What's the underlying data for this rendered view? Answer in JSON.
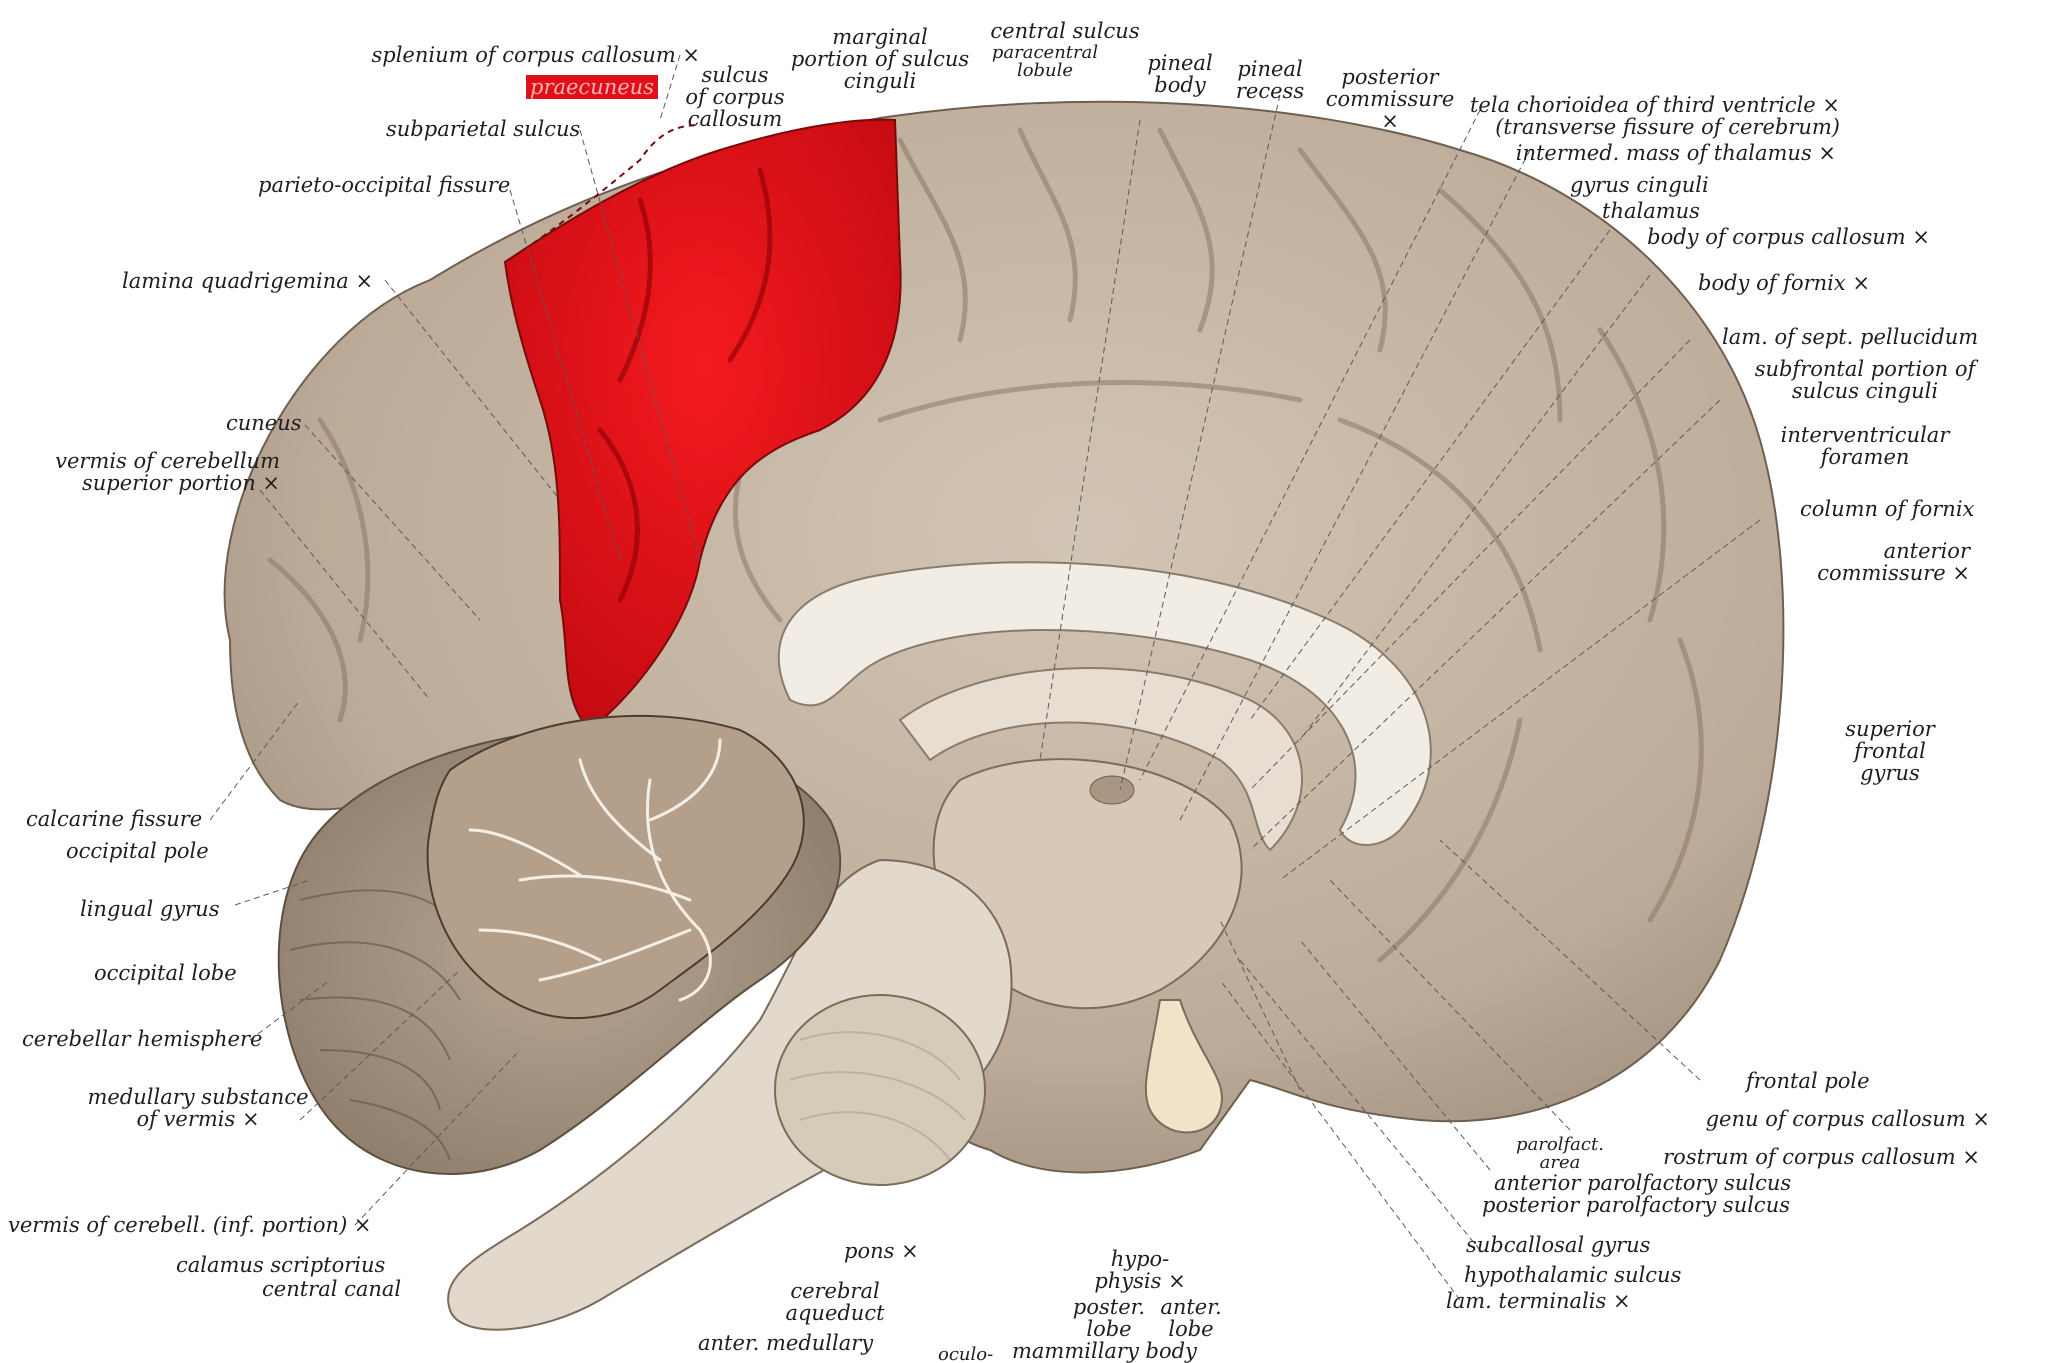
{
  "figure": {
    "highlight_color": "#e60f14",
    "brain_color": "#c6b6a4",
    "labels": {
      "splenium": "splenium of corpus callosum ×",
      "praecuneus": "praecuneus",
      "subparietal": "subparietal sulcus",
      "parieto_occipital": "parieto-occipital fissure",
      "lamina_quadrigemina": "lamina quadrigemina ×",
      "cuneus": "cuneus",
      "vermis_superior": "vermis of cerebellum\nsuperior portion ×",
      "calcarine": "calcarine fissure",
      "occipital_pole": "occipital pole",
      "lingual": "lingual gyrus",
      "occipital_lobe": "occipital lobe",
      "cerebellar_hemisphere": "cerebellar hemisphere",
      "medullary_substance": "medullary substance\nof vermis ×",
      "vermis_inferior": "vermis of cerebell. (inf. portion) ×",
      "calamus": "calamus scriptorius",
      "central_canal": "central canal",
      "sulcus_corpus_callosum": "sulcus\nof corpus\ncallosum",
      "marginal": "marginal\nportion of sulcus\ncinguli",
      "central_sulcus": "central sulcus",
      "paracentral": "paracentral\nlobule",
      "pineal_body": "pineal\nbody",
      "pineal_recess": "pineal\nrecess",
      "posterior_commissure": "posterior\ncommissure\n×",
      "tela": "tela chorioidea of third ventricle ×\n(transverse fissure of cerebrum)",
      "intermed_mass": "intermed. mass of thalamus ×",
      "gyrus_cinguli": "gyrus cinguli",
      "thalamus": "thalamus",
      "body_corpus": "body of corpus callosum ×",
      "body_fornix": "body of fornix ×",
      "lam_sept": "lam. of sept. pellucidum",
      "subfrontal": "subfrontal portion of\nsulcus cinguli",
      "interventricular": "interventricular\nforamen",
      "column_fornix": "column of fornix",
      "anterior_commissure": "anterior\ncommissure ×",
      "superior_frontal": "superior\nfrontal\ngyrus",
      "frontal_pole": "frontal pole",
      "genu": "genu of corpus callosum ×",
      "parolfact": "parolfact.\narea",
      "rostrum": "rostrum of corpus callosum ×",
      "anterior_parolfactory": "anterior parolfactory sulcus",
      "posterior_parolfactory": "posterior parolfactory sulcus",
      "subcallosal": "subcallosal gyrus",
      "hypothalamic": "hypothalamic sulcus",
      "lam_terminalis": "lam. terminalis ×",
      "pons": "pons ×",
      "hypophysis": "hypo-\nphysis ×",
      "poster_lobe": "poster.\nlobe",
      "anter_lobe": "anter.\nlobe",
      "mammillary": "mammillary body",
      "cerebral_aqueduct": "cerebral\naqueduct",
      "anter_medullary": "anter. medullary",
      "oculo": "oculo-"
    }
  }
}
